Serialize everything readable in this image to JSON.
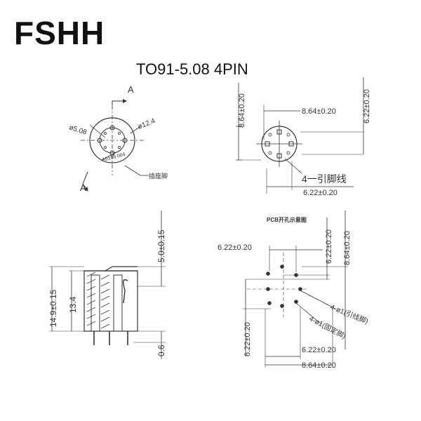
{
  "brand": "FSHH",
  "subtitle": "TO91-5.08   4PIN",
  "top_left": {
    "section_mark": "A",
    "dia_inner": "ø5.08",
    "dia_outer": "ø12.4",
    "part_code": "A9168 004",
    "pin_note": "插座脚"
  },
  "top_right": {
    "dim_inner_w": "8.64±0.20",
    "dim_left_h": "8.64±0.20",
    "dim_right_h": "6.22±0.20",
    "dim_bottom_w": "6.22±0.20",
    "pin_note": "4一引脚线"
  },
  "bottom_left": {
    "dim_top": "5.0±0.15",
    "dim_total": "14.9±0.15",
    "dim_body": "13.4",
    "dim_pin": "0.6"
  },
  "bottom_right": {
    "title": "PCB开孔示意图",
    "dim_top_w": "6.22±0.20",
    "dim_right_inner": "6.22±0.20",
    "dim_right_outer": "8.64±0.20",
    "dim_left_h": "6.22±0.20",
    "dim_bottom_inner": "6.22±0.20",
    "dim_bottom_outer": "8.64±0.20",
    "hole_a": "4-ø1(引线脚)",
    "hole_b": "4-ø1(固定脚)"
  }
}
